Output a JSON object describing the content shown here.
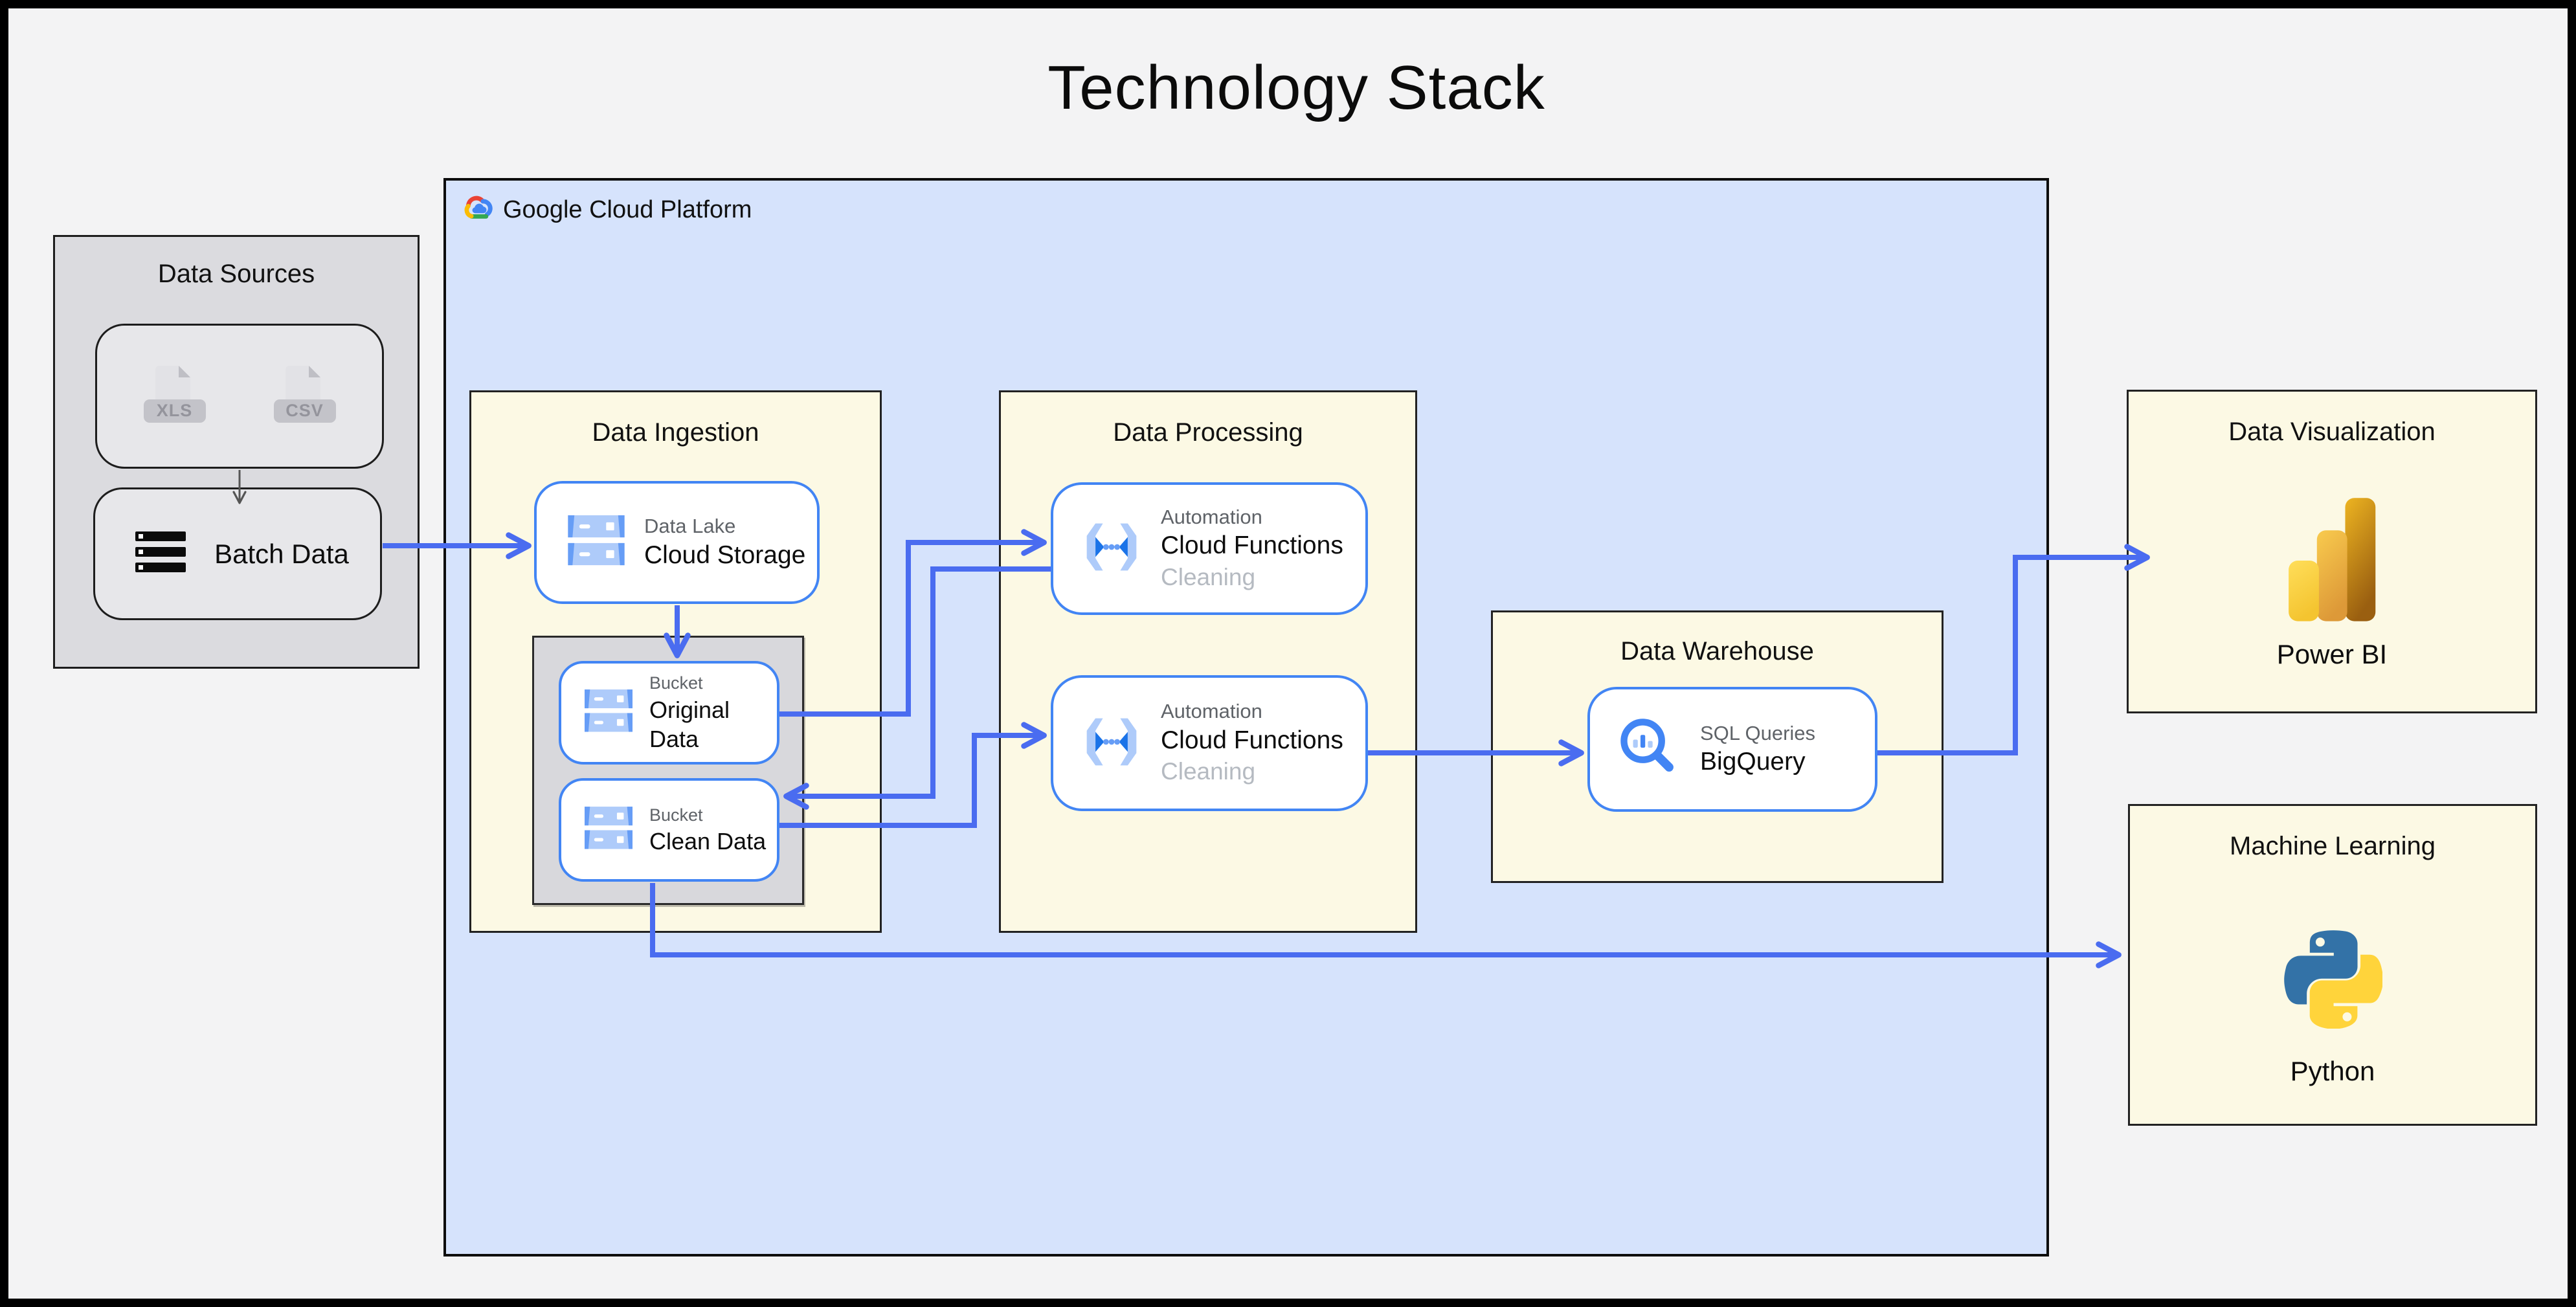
{
  "title": "Technology Stack",
  "colors": {
    "canvas_bg": "#f3f3f4",
    "gcp_fill": "#d6e3fc",
    "panel_fill": "#fcf9e4",
    "gray_fill": "#dbdbdf",
    "gray_node_fill": "#e7e7ea",
    "gray_sub_fill": "#d8d8dc",
    "node_border_blue": "#4285f4",
    "connector_blue": "#4a6cf0",
    "google_red": "#EA4335",
    "google_yellow": "#FBBC05",
    "google_green": "#34A853",
    "google_blue": "#4285F4",
    "powerbi_gold": "#F2C811",
    "python_blue": "#3372A7",
    "python_yellow": "#FFD43B"
  },
  "groups": {
    "data_sources": {
      "label": "Data Sources"
    },
    "gcp": {
      "label": "Google Cloud Platform"
    },
    "data_ingestion": {
      "label": "Data Ingestion"
    },
    "data_processing": {
      "label": "Data Processing"
    },
    "data_warehouse": {
      "label": "Data Warehouse"
    },
    "data_visualization": {
      "label": "Data Visualization"
    },
    "machine_learning": {
      "label": "Machine Learning"
    }
  },
  "nodes": {
    "files": {
      "items": [
        "XLS",
        "CSV"
      ]
    },
    "batch_data": {
      "label": "Batch Data"
    },
    "cloud_storage": {
      "subtitle": "Data Lake",
      "label": "Cloud Storage"
    },
    "original_data": {
      "subtitle": "Bucket",
      "label": "Original Data"
    },
    "clean_data": {
      "subtitle": "Bucket",
      "label": "Clean Data"
    },
    "cloud_functions_top": {
      "subtitle": "Automation",
      "label": "Cloud Functions",
      "status": "Cleaning"
    },
    "cloud_functions_bottom": {
      "subtitle": "Automation",
      "label": "Cloud Functions",
      "status": "Cleaning"
    },
    "bigquery": {
      "subtitle": "SQL Queries",
      "label": "BigQuery"
    },
    "power_bi": {
      "label": "Power BI"
    },
    "python": {
      "label": "Python"
    }
  },
  "connections": [
    {
      "from": "batch-data",
      "to": "cloud-storage"
    },
    {
      "from": "files",
      "to": "batch-data"
    },
    {
      "from": "cloud-storage",
      "to": "original-data"
    },
    {
      "from": "original-data",
      "to": "cloud-functions-top"
    },
    {
      "from": "cloud-functions-top",
      "to": "clean-data"
    },
    {
      "from": "clean-data",
      "to": "cloud-functions-bottom"
    },
    {
      "from": "cloud-functions-bottom",
      "to": "bigquery"
    },
    {
      "from": "bigquery",
      "to": "power-bi"
    },
    {
      "from": "clean-data",
      "to": "python"
    }
  ]
}
